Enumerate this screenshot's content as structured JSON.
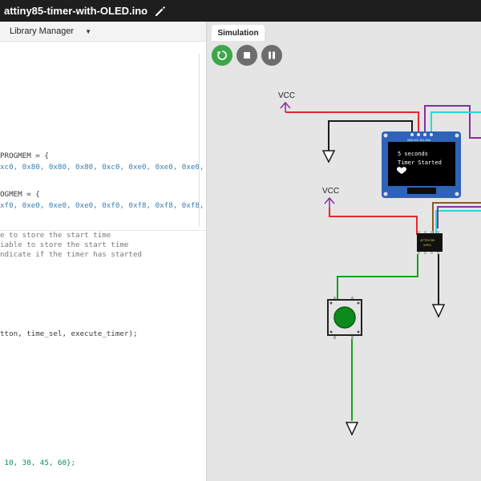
{
  "header": {
    "title": "attiny85-timer-with-OLED.ino"
  },
  "editor": {
    "tab_label": "Library Manager",
    "code_lines": [
      {
        "id": "l1",
        "text": "PROGMEM = {"
      },
      {
        "id": "l2",
        "text": "xc0, 0x80, 0x80, 0x80, 0xc0, 0xe0, 0xe0, 0xe0, 0xc0,"
      },
      {
        "id": "l3",
        "text": "OGMEM = {"
      },
      {
        "id": "l4",
        "text": "xf0, 0xe0, 0xe0, 0xe0, 0xf0, 0xf8, 0xf8, 0xf8, 0xf8,"
      },
      {
        "id": "l5",
        "text": "e to store the start time"
      },
      {
        "id": "l6",
        "text": "iable to store the start time"
      },
      {
        "id": "l7",
        "text": "ndicate if the timer has started"
      },
      {
        "id": "l8",
        "text": "tton, time_sel, execute_timer);"
      },
      {
        "id": "l9",
        "text": " 10, 30, 45, 60};"
      }
    ]
  },
  "simulation": {
    "tab_label": "Simulation",
    "controls": {
      "restart": "restart-icon",
      "stop": "stop-icon",
      "pause": "pause-icon"
    },
    "labels": {
      "vcc1": "VCC",
      "vcc2": "VCC"
    },
    "oled": {
      "pins": "GND VCC SCL SDA",
      "line1": "5 seconds",
      "line2": "Timer Started"
    },
    "chip": {
      "line1": "ATTINY85",
      "line2": "20PU"
    }
  },
  "colors": {
    "wire_red": "#e8262a",
    "wire_black": "#1a1a1a",
    "wire_purple": "#8a2d9e",
    "wire_cyan": "#26d7e0",
    "wire_brown": "#8a5a2b",
    "wire_green": "#16a21a",
    "button_green": "#0c8a1c",
    "restart_green": "#3ea64a"
  }
}
